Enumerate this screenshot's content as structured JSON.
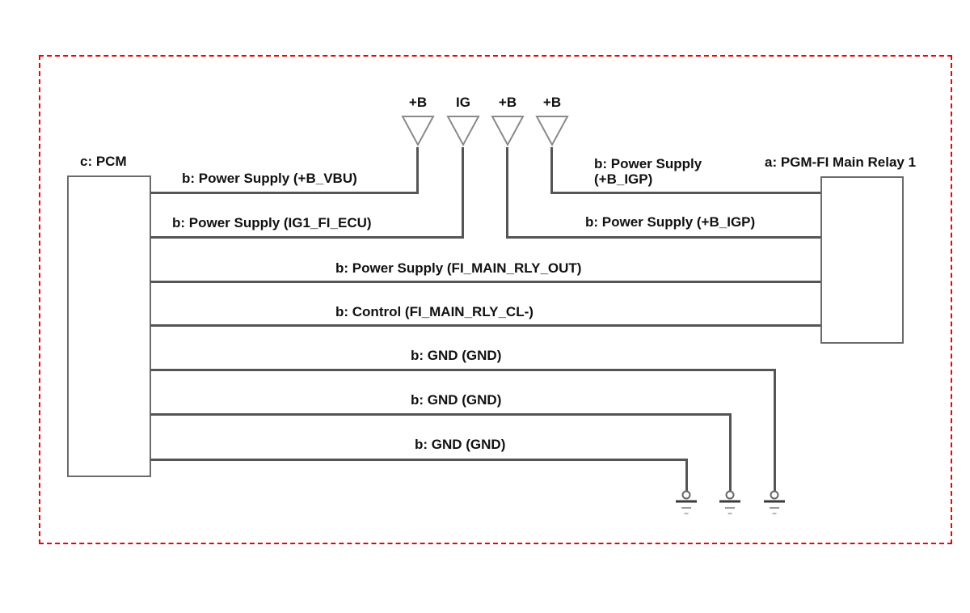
{
  "diagram": {
    "pcm_label": "c: PCM",
    "relay_label": "a: PGM-FI Main Relay 1",
    "connector_labels": [
      "+B",
      "IG",
      "+B",
      "+B"
    ],
    "wire_labels": {
      "b_vbu": "b: Power Supply (+B_VBU)",
      "ig1_fi_ecu": "b: Power Supply (IG1_FI_ECU)",
      "b_igp_line1": "b: Power Supply",
      "b_igp_line2": "(+B_IGP)",
      "b_igp_single": "b: Power Supply (+B_IGP)",
      "fi_main_rly_out": "b: Power Supply (FI_MAIN_RLY_OUT)",
      "fi_main_rly_cl": "b: Control (FI_MAIN_RLY_CL-)",
      "gnd1": "b: GND (GND)",
      "gnd2": "b: GND (GND)",
      "gnd3": "b: GND (GND)"
    },
    "colors": {
      "frame_border": "#f40000",
      "wire": "#555555",
      "box_border": "#6b6b6b",
      "text": "#111111"
    }
  }
}
